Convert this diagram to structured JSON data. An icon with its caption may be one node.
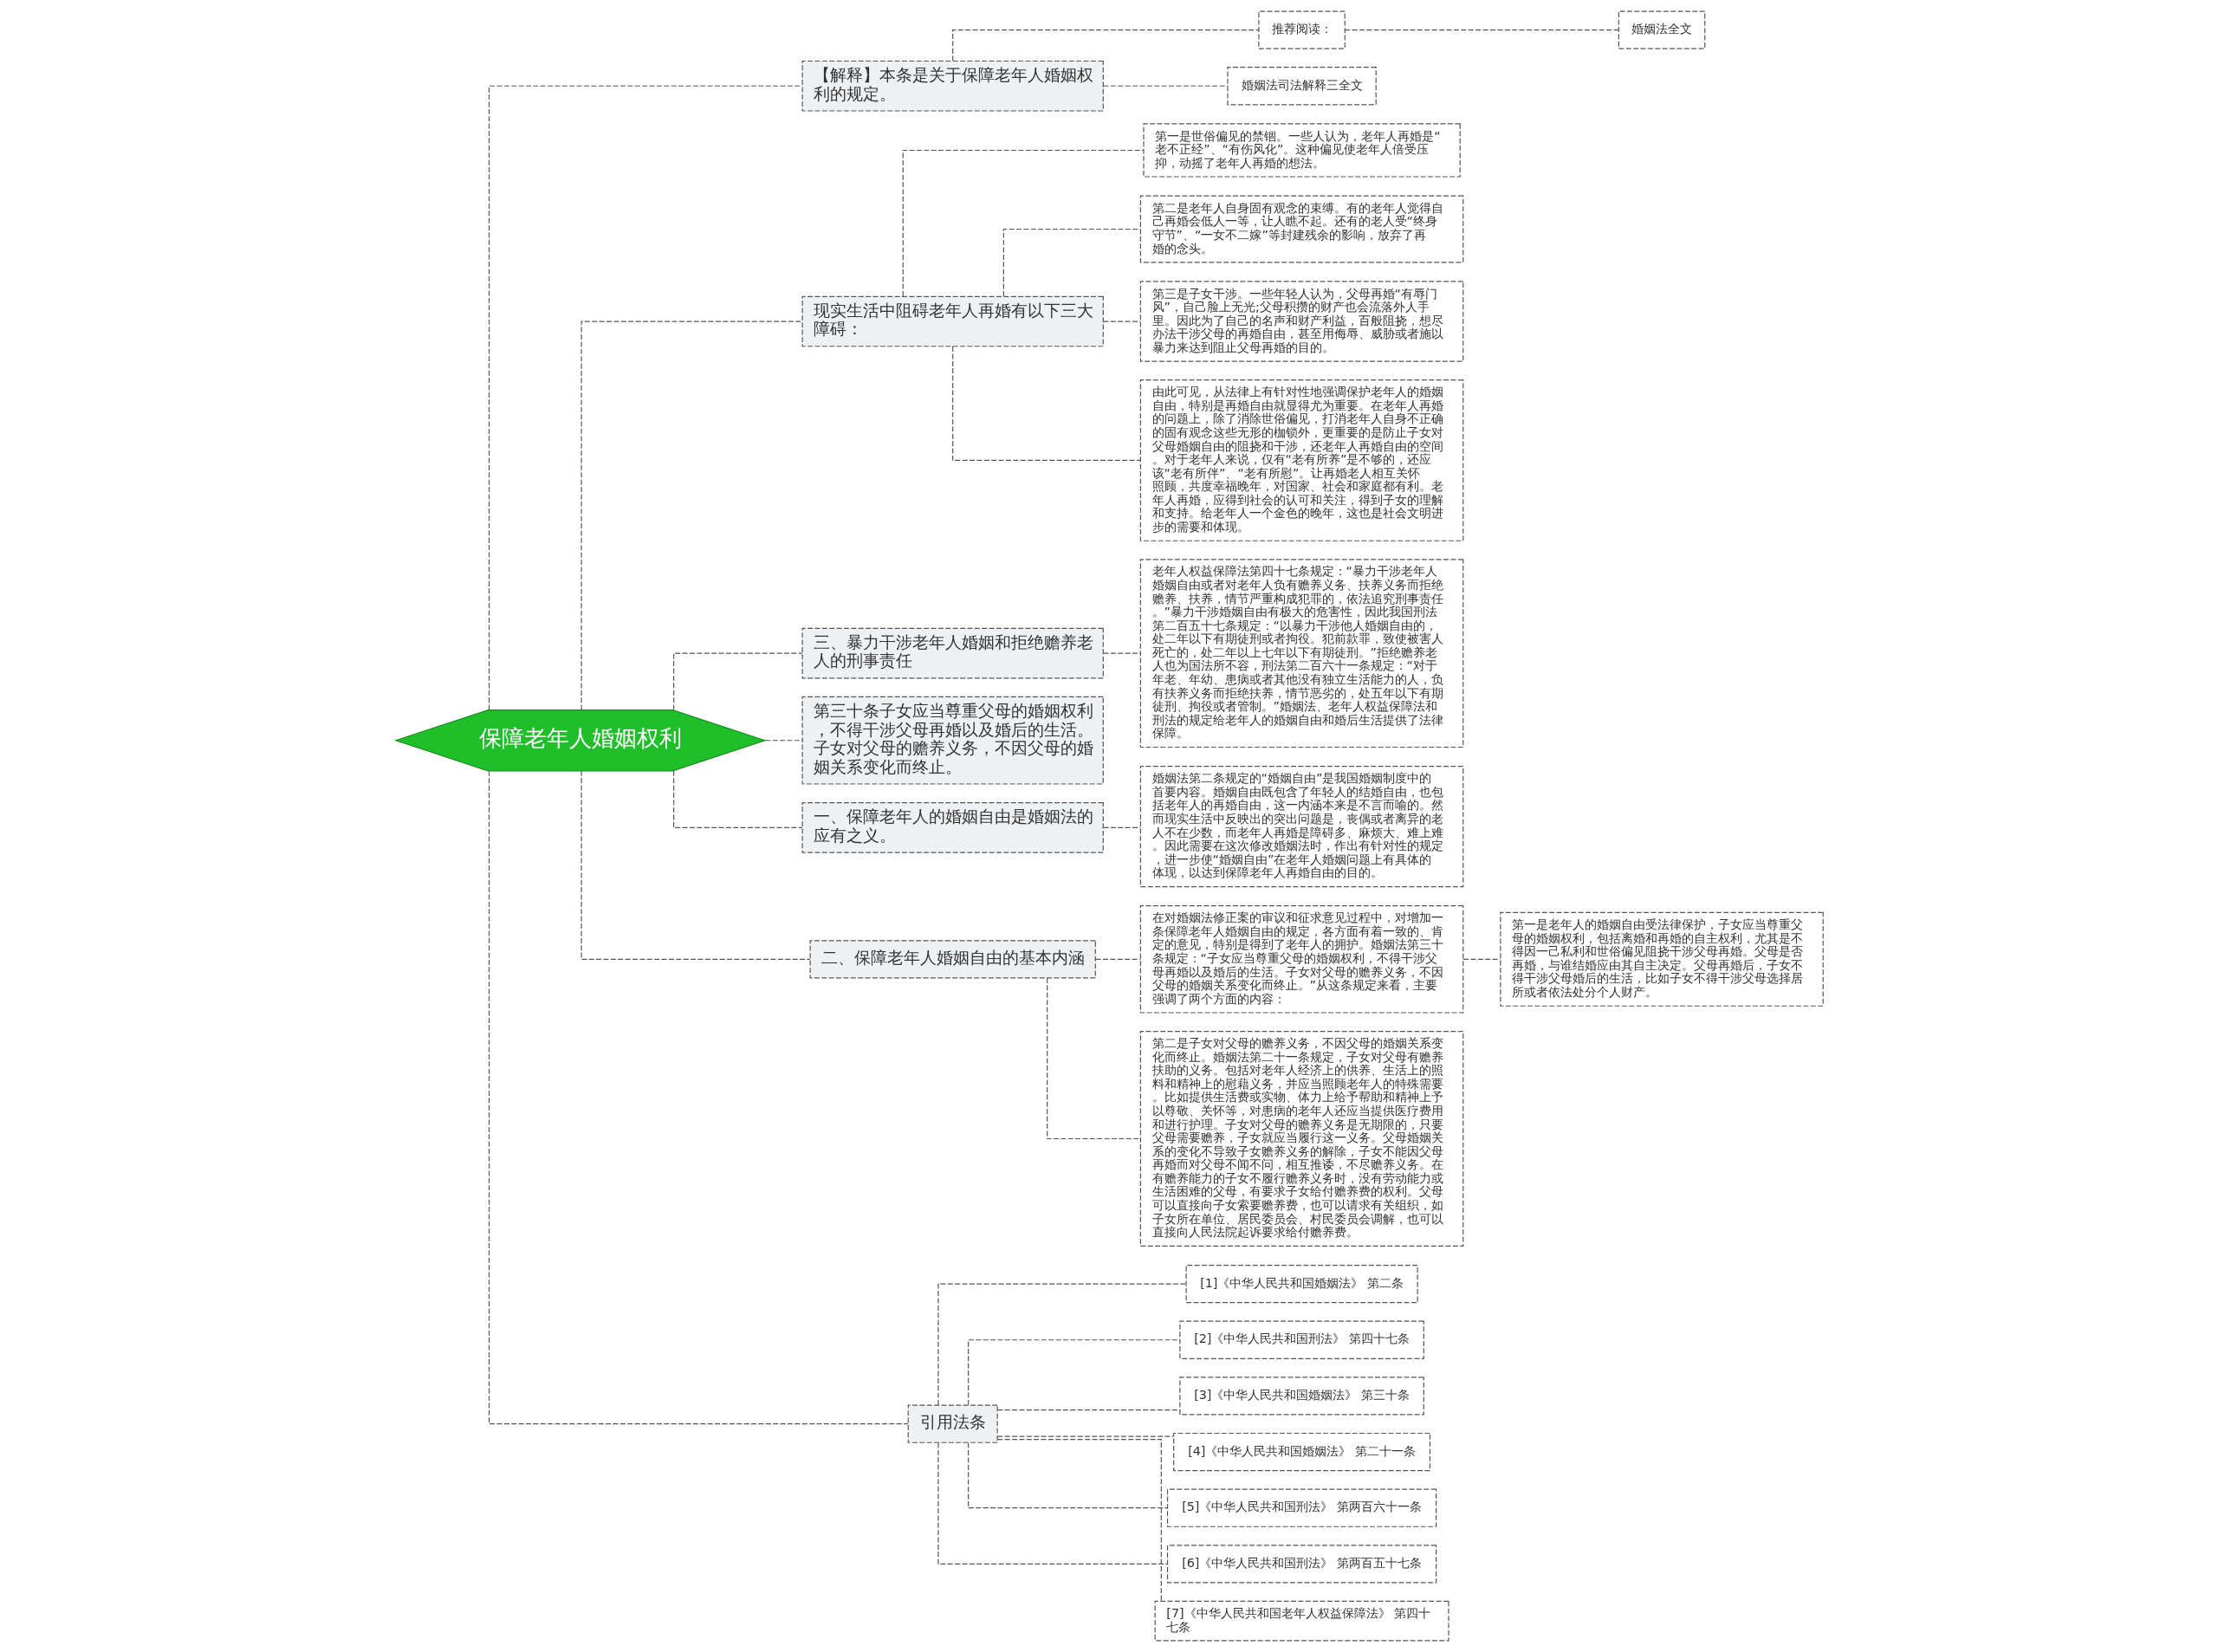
{
  "diagram": {
    "nodes": [
      {
        "text": [
          "保障老年人婚姻权利"
        ]
      },
      {
        "text": [
          "【解释】本条是关于保障老年人婚姻权利的规定。"
        ]
      },
      {
        "text": [
          "推荐阅读："
        ]
      },
      {
        "text": [
          "婚姻法全文"
        ]
      },
      {
        "text": [
          "婚姻法司法解释三全文"
        ]
      },
      {
        "text": [
          "现实生活中阻碍老年人再婚有以下三大障碍："
        ]
      },
      {
        "text": [
          "第一是世俗偏见的禁锢。一些人认为，老年人再婚是“老不正经”、“有伤风化”。这种偏见使老年人倍受压抑，动摇了老年人再婚的想法。"
        ]
      },
      {
        "text": [
          "第二是老年人自身固有观念的束缚。有的老年人觉得自己再婚会低人一等，让人瞧不起。还有的老人受“终身守节”、“一女不二嫁”等封建残余的影响，放弃了再婚的念头。"
        ]
      },
      {
        "text": [
          "第三是子女干涉。一些年轻人认为，父母再婚“有辱门风”，自己脸上无光;父母积攒的财产也会流落外人手里。因此为了自己的名声和财产利益，百般阻挠，想尽办法干涉父母的再婚自由，甚至用侮辱、威胁或者施以暴力来达到阻止父母再婚的目的。"
        ]
      },
      {
        "text": [
          "由此可见，从法律上有针对性地强调保护老年人的婚姻自由，特别是再婚自由就显得尤为重要。在老年人再婚的问题上，除了消除世俗偏见，打消老年人自身不正确的固有观念这些无形的枷锁外，更重要的是防止子女对父母婚姻自由的阻挠和干涉，还老年人再婚自由的空间。对于老年人来说，仅有“老有所养”是不够的，还应该“老有所伴”、“老有所慰”。让再婚老人相互关怀照顾，共度幸福晚年，对国家、社会和家庭都有利。老年人再婚，应得到社会的认可和关注，得到子女的理解和支持。给老年人一个金色的晚年，这也是社会文明进步的需要和体现。"
        ]
      },
      {
        "text": [
          "三、暴力干涉老年人婚姻和拒绝赡养老人的刑事责任"
        ]
      },
      {
        "text": [
          "老年人权益保障法第四十七条规定：“暴力干涉老年人婚姻自由或者对老年人负有赡养义务、扶养义务而拒绝赡养、扶养，情节严重构成犯罪的，依法追究刑事责任。”暴力干涉婚姻自由有极大的危害性，因此我国刑法第二百五十七条规定：“以暴力干涉他人婚姻自由的，处二年以下有期徒刑或者拘役。犯前款罪，致使被害人死亡的，处二年以上七年以下有期徒刑。”拒绝赡养老人也为国法所不容，刑法第二百六十一条规定：“对于年老、年幼、患病或者其他没有独立生活能力的人，负有扶养义务而拒绝扶养，情节恶劣的，处五年以下有期徒刑、拘役或者管制。”婚姻法、老年人权益保障法和刑法的规定给老年人的婚姻自由和婚后生活提供了法律保障。"
        ]
      },
      {
        "text": [
          "第三十条子女应当尊重父母的婚姻权利，不得干涉父母再婚以及婚后的生活。子女对父母的赡养义务，不因父母的婚姻关系变化而终止。"
        ]
      },
      {
        "text": [
          "一、保障老年人的婚姻自由是婚姻法的应有之义。"
        ]
      },
      {
        "text": [
          "婚姻法第二条规定的“婚姻自由”是我国婚姻制度中的首要内容。婚姻自由既包含了年轻人的结婚自由，也包括老年人的再婚自由，这一内涵本来是不言而喻的。然而现实生活中反映出的突出问题是，丧偶或者离异的老人不在少数，而老年人再婚是障碍多、麻烦大、难上难。因此需要在这次修改婚姻法时，作出有针对性的规定，进一步使“婚姻自由”在老年人婚姻问题上有具体的体现，以达到保障老年人再婚自由的目的。"
        ]
      },
      {
        "text": [
          "二、保障老年人婚姻自由的基本内涵"
        ]
      },
      {
        "text": [
          "在对婚姻法修正案的审议和征求意见过程中，对增加一条保障老年人婚姻自由的规定，各方面有着一致的、肯定的意见，特别是得到了老年人的拥护。婚姻法第三十条规定：“子女应当尊重父母的婚姻权利，不得干涉父母再婚以及婚后的生活。子女对父母的赡养义务，不因父母的婚姻关系变化而终止。”从这条规定来看，主要强调了两个方面的内容："
        ]
      },
      {
        "text": [
          "第一是老年人的婚姻自由受法律保护，子女应当尊重父母的婚姻权利，包括离婚和再婚的自主权利，尤其是不得因一己私利和世俗偏见阻挠干涉父母再婚。父母是否再婚，与谁结婚应由其自主决定。父母再婚后，子女不得干涉父母婚后的生活，比如子女不得干涉父母选择居所或者依法处分个人财产。"
        ]
      },
      {
        "text": [
          "第二是子女对父母的赡养义务，不因父母的婚姻关系变化而终止。婚姻法第二十一条规定，子女对父母有赡养扶助的义务。包括对老年人经济上的供养、生活上的照料和精神上的慰藉义务，并应当照顾老年人的特殊需要。比如提供生活费或实物、体力上给予帮助和精神上予以尊敬、关怀等，对患病的老年人还应当提供医疗费用和进行护理。子女对父母的赡养义务是无期限的，只要父母需要赡养，子女就应当履行这一义务。父母婚姻关系的变化不导致子女赡养义务的解除，子女不能因父母再婚而对父母不闻不问，相互推诿，不尽赡养义务。在有赡养能力的子女不履行赡养义务时，没有劳动能力或生活困难的父母，有要求子女给付赡养费的权利。父母可以直接向子女索要赡养费，也可以请求有关组织，如子女所在单位、居民委员会、村民委员会调解，也可以直接向人民法院起诉要求给付赡养费。"
        ]
      },
      {
        "text": [
          "引用法条"
        ]
      },
      {
        "text": [
          "[1]《中华人民共和国婚姻法》 第二条"
        ]
      },
      {
        "text": [
          "[2]《中华人民共和国刑法》 第四十七条"
        ]
      },
      {
        "text": [
          "[3]《中华人民共和国婚姻法》 第三十条"
        ]
      },
      {
        "text": [
          "[4]《中华人民共和国婚姻法》 第二十一条"
        ]
      },
      {
        "text": [
          "[5]《中华人民共和国刑法》 第两百六十一条"
        ]
      },
      {
        "text": [
          "[6]《中华人民共和国刑法》 第两百五十七条"
        ]
      },
      {
        "text": [
          "[7]《中华人民共和国老年人权益保障法》 第四十七条"
        ]
      }
    ],
    "edges": [
      {
        "from": 0,
        "to": 1,
        "arrow": "none"
      },
      {
        "from": 1,
        "to": 2,
        "arrow": "none"
      },
      {
        "from": 2,
        "to": 3,
        "arrow": "none"
      },
      {
        "from": 1,
        "to": 4,
        "arrow": "none"
      },
      {
        "from": 0,
        "to": 5,
        "arrow": "none"
      },
      {
        "from": 5,
        "to": 6,
        "arrow": "none"
      },
      {
        "from": 5,
        "to": 7,
        "arrow": "none"
      },
      {
        "from": 5,
        "to": 8,
        "arrow": "none"
      },
      {
        "from": 5,
        "to": 9,
        "arrow": "none"
      },
      {
        "from": 0,
        "to": 10,
        "arrow": "none"
      },
      {
        "from": 10,
        "to": 11,
        "arrow": "none"
      },
      {
        "from": 0,
        "to": 12,
        "arrow": "none"
      },
      {
        "from": 0,
        "to": 13,
        "arrow": "none"
      },
      {
        "from": 13,
        "to": 14,
        "arrow": "none"
      },
      {
        "from": 0,
        "to": 15,
        "arrow": "none"
      },
      {
        "from": 15,
        "to": 16,
        "arrow": "none"
      },
      {
        "from": 16,
        "to": 17,
        "arrow": "none"
      },
      {
        "from": 15,
        "to": 18,
        "arrow": "none"
      },
      {
        "from": 0,
        "to": 19,
        "arrow": "none"
      },
      {
        "from": 19,
        "to": 20,
        "arrow": "none"
      },
      {
        "from": 19,
        "to": 21,
        "arrow": "none"
      },
      {
        "from": 19,
        "to": 22,
        "arrow": "none"
      },
      {
        "from": 19,
        "to": 23,
        "arrow": "none"
      },
      {
        "from": 19,
        "to": 24,
        "arrow": "none"
      },
      {
        "from": 19,
        "to": 25,
        "arrow": "none"
      },
      {
        "from": 19,
        "to": 26,
        "arrow": "none"
      }
    ]
  }
}
